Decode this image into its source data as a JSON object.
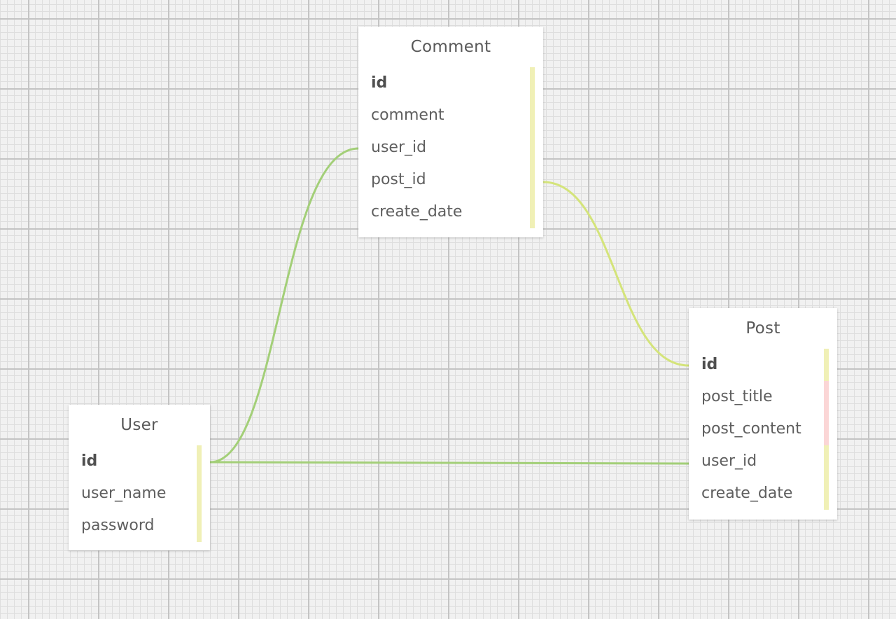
{
  "tables": {
    "comment": {
      "title": "Comment",
      "fields": [
        {
          "name": "id",
          "primary_key": true,
          "bar": "key"
        },
        {
          "name": "comment",
          "primary_key": false,
          "bar": "key"
        },
        {
          "name": "user_id",
          "primary_key": false,
          "bar": "key"
        },
        {
          "name": "post_id",
          "primary_key": false,
          "bar": "key"
        },
        {
          "name": "create_date",
          "primary_key": false,
          "bar": "key"
        }
      ]
    },
    "post": {
      "title": "Post",
      "fields": [
        {
          "name": "id",
          "primary_key": true,
          "bar": "key"
        },
        {
          "name": "post_title",
          "primary_key": false,
          "bar": "nonkey"
        },
        {
          "name": "post_content",
          "primary_key": false,
          "bar": "nonkey"
        },
        {
          "name": "user_id",
          "primary_key": false,
          "bar": "key"
        },
        {
          "name": "create_date",
          "primary_key": false,
          "bar": "key"
        }
      ]
    },
    "user": {
      "title": "User",
      "fields": [
        {
          "name": "id",
          "primary_key": true,
          "bar": "key"
        },
        {
          "name": "user_name",
          "primary_key": false,
          "bar": "key"
        },
        {
          "name": "password",
          "primary_key": false,
          "bar": "key"
        }
      ]
    }
  },
  "relations": [
    {
      "from": "user.id",
      "to": "comment.user_id",
      "color": "#a3cf78"
    },
    {
      "from": "user.id",
      "to": "post.user_id",
      "color": "#a3cf78"
    },
    {
      "from": "comment.post_id",
      "to": "post.id",
      "color": "#d4e47a"
    }
  ],
  "colors": {
    "background": "#f1f1f1",
    "grid_major": "#c4c4c4",
    "grid_minor": "#dedede",
    "key_bar": "#f0f0b6",
    "nonkey_bar": "#fbd6d6",
    "relation_green": "#a3cf78",
    "relation_yellow": "#d4e47a"
  }
}
